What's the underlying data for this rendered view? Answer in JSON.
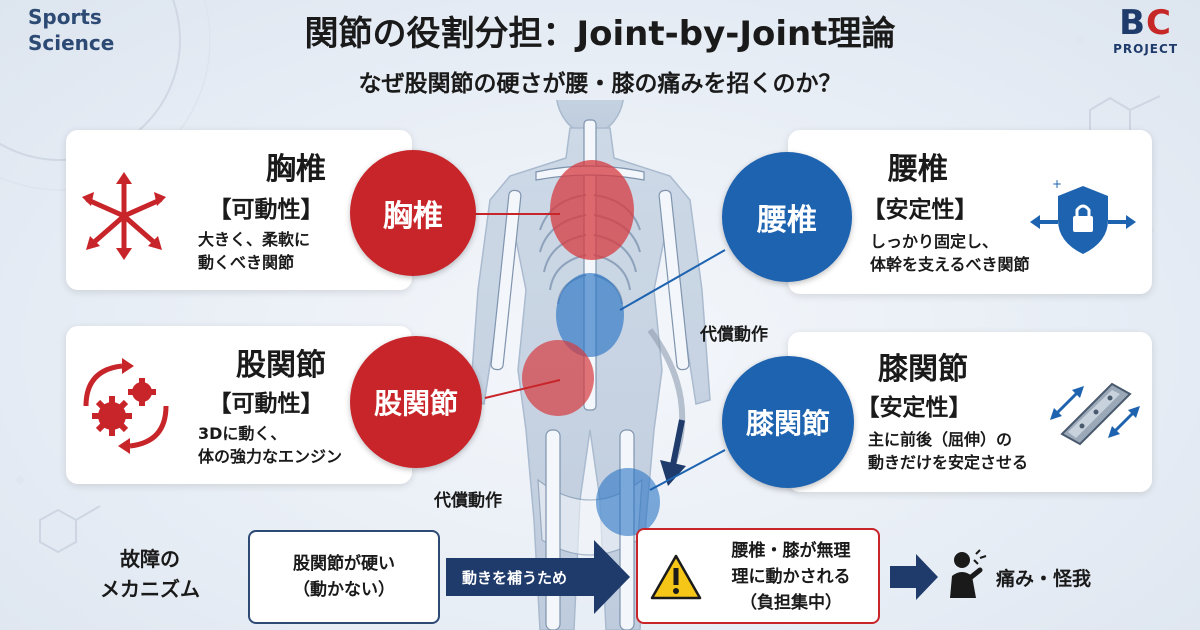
{
  "brand_left": [
    "Sports",
    "Science"
  ],
  "brand_right": {
    "b": "B",
    "c": "C",
    "project": "PROJECT"
  },
  "title": "関節の役割分担：Joint-by-Joint理論",
  "subtitle": "なぜ股関節の硬さが腰・膝の痛みを招くのか？",
  "joints": {
    "thoracic": {
      "name": "胸椎",
      "attr": "【可動性】",
      "desc": [
        "大きく、柔軟に",
        "動くべき関節"
      ],
      "badge": "胸椎"
    },
    "lumbar": {
      "name": "腰椎",
      "attr": "【安定性】",
      "desc": [
        "しっかり固定し、",
        "体幹を支えるべき関節"
      ],
      "badge": "腰椎"
    },
    "hip": {
      "name": "股関節",
      "attr": "【可動性】",
      "desc": [
        "3Dに動く、",
        "体の強力なエンジン"
      ],
      "badge": "股関節"
    },
    "knee": {
      "name": "膝関節",
      "attr": "【安定性】",
      "desc": [
        "主に前後（屈伸）の",
        "動きだけを安定させる"
      ],
      "badge": "膝関節"
    }
  },
  "compensation_label": "代償動作",
  "mechanism": {
    "title": [
      "故障の",
      "メカニズム"
    ],
    "step1": [
      "股関節が硬い",
      "（動かない）"
    ],
    "arrow1": "動きを補うため",
    "step2": [
      "腰椎・膝が無理",
      "理に動かされる",
      "（負担集中）"
    ],
    "result": "痛み・怪我"
  },
  "colors": {
    "mobility": "#c8252a",
    "stability": "#1d63b0",
    "navy": "#1f3b6b"
  },
  "icons": [
    "multi-direction-arrows-icon",
    "shield-lock-icon",
    "gears-rotation-icon",
    "rail-slider-icon",
    "warning-icon",
    "pain-person-icon"
  ]
}
